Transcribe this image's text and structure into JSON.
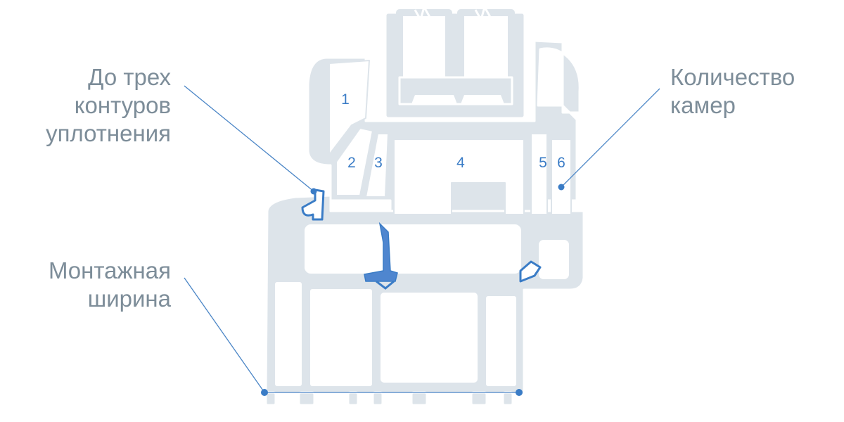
{
  "colors": {
    "profile_fill": "#dde4ea",
    "profile_stroke": "#ffffff",
    "accent_blue": "#3a7cc6",
    "seal_blue": "#4f86cf",
    "label_gray": "#7d8d99",
    "leader_line": "#4a85c6"
  },
  "labels": {
    "seal_contours": {
      "lines": [
        "До трех",
        "контуров",
        "уплотнения"
      ]
    },
    "mounting_width": {
      "lines": [
        "Монтажная",
        "ширина"
      ]
    },
    "chambers": {
      "lines": [
        "Количество",
        "камер"
      ]
    }
  },
  "chambers": [
    "1",
    "2",
    "3",
    "4",
    "5",
    "6"
  ],
  "icons": [
    "seal-gasket-icon",
    "break-line-icon"
  ]
}
